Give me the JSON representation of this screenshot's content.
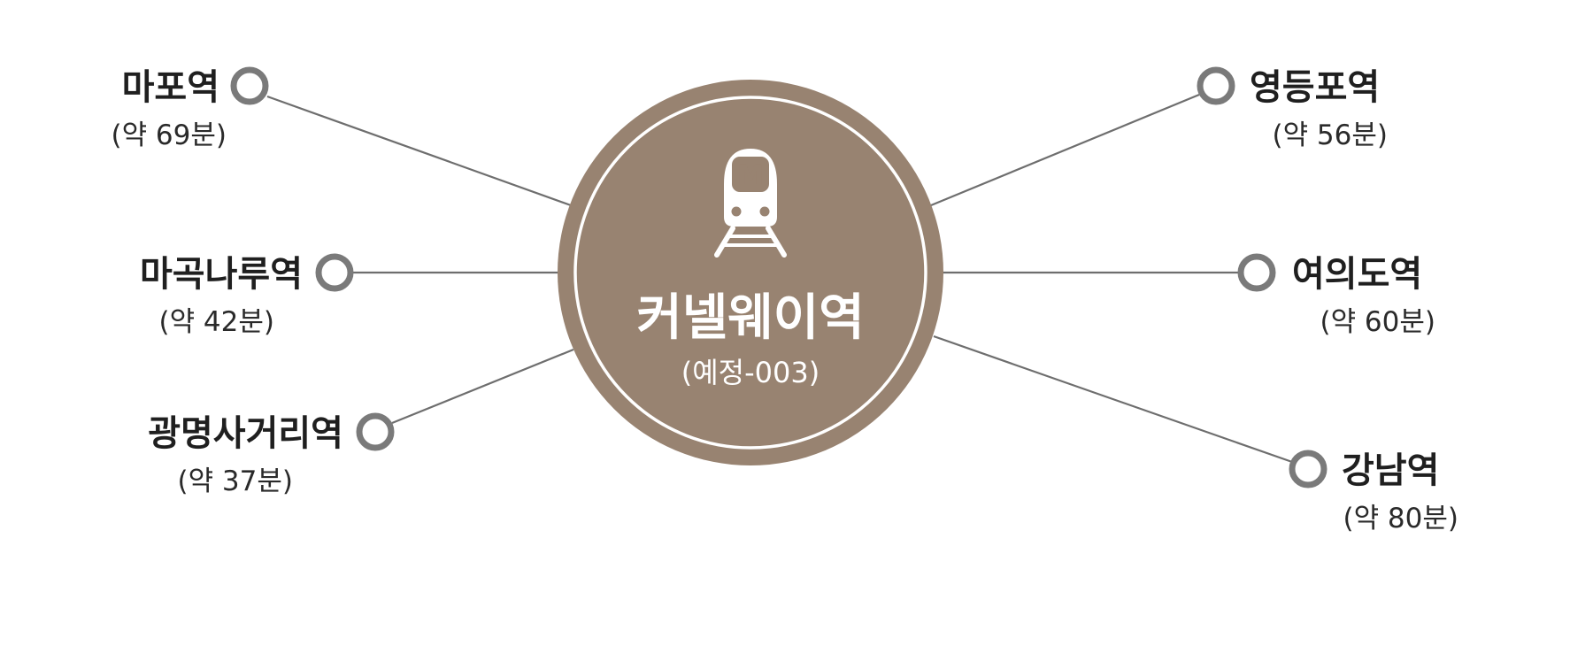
{
  "center": {
    "name": "커넬웨이역",
    "subtitle": "(예정-003)",
    "icon": "metro-train-icon",
    "icon_letter": "M",
    "fill_color": "#988371",
    "ring_color": "#ffffff"
  },
  "connector_color": "#6e6e6e",
  "node_color": "#7a7a7a",
  "stations": [
    {
      "id": "mapo",
      "name": "마포역",
      "time": "(약 69분)"
    },
    {
      "id": "magoknaru",
      "name": "마곡나루역",
      "time": "(약 42분)"
    },
    {
      "id": "gwangmyeong",
      "name": "광명사거리역",
      "time": "(약 37분)"
    },
    {
      "id": "yeongdeungpo",
      "name": "영등포역",
      "time": "(약 56분)"
    },
    {
      "id": "yeouido",
      "name": "여의도역",
      "time": "(약 60분)"
    },
    {
      "id": "gangnam",
      "name": "강남역",
      "time": "(약 80분)"
    }
  ]
}
